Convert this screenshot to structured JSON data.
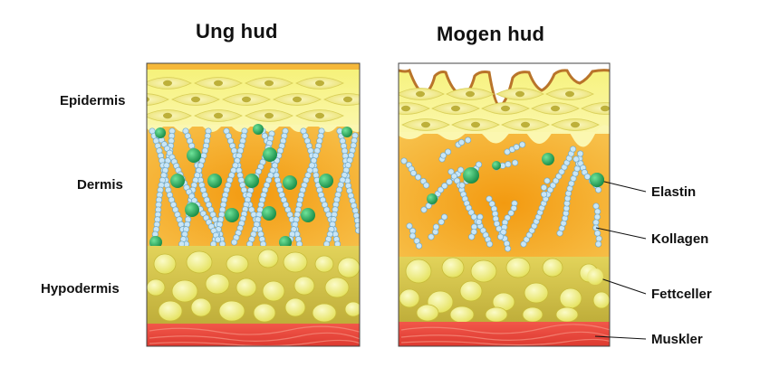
{
  "titles": {
    "young": "Ung hud",
    "mature": "Mogen hud"
  },
  "layers": {
    "epidermis": "Epidermis",
    "dermis": "Dermis",
    "hypodermis": "Hypodermis"
  },
  "callouts": {
    "elastin": "Elastin",
    "collagen": "Kollagen",
    "fat": "Fettceller",
    "muscle": "Muskler"
  },
  "colors": {
    "epidermis": "#f3ef6a",
    "dermis": "#f3a21a",
    "hypodermis": "#d8c94a",
    "muscle": "#e8463a",
    "elastin": "#25a85a",
    "collagen": "#a9d6ee",
    "fat": "#f1f08a"
  }
}
